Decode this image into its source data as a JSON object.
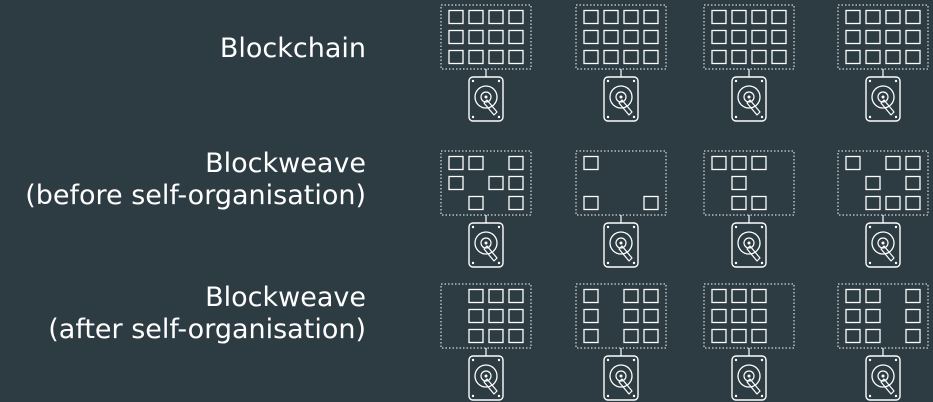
{
  "colors": {
    "background": "#2d3b43",
    "stroke": "#ffffff",
    "text": "#ffffff"
  },
  "rows": [
    {
      "label_lines": [
        "Blockchain"
      ],
      "nodes": [
        {
          "blocks": [
            [
              1,
              1,
              1,
              1
            ],
            [
              1,
              1,
              1,
              1
            ],
            [
              1,
              1,
              1,
              1
            ]
          ]
        },
        {
          "blocks": [
            [
              1,
              1,
              1,
              1
            ],
            [
              1,
              1,
              1,
              1
            ],
            [
              1,
              1,
              1,
              1
            ]
          ]
        },
        {
          "blocks": [
            [
              1,
              1,
              1,
              1
            ],
            [
              1,
              1,
              1,
              1
            ],
            [
              1,
              1,
              1,
              1
            ]
          ]
        },
        {
          "blocks": [
            [
              1,
              1,
              1,
              1
            ],
            [
              1,
              1,
              1,
              1
            ],
            [
              1,
              1,
              1,
              1
            ]
          ]
        }
      ]
    },
    {
      "label_lines": [
        "Blockweave",
        "(before self-organisation)"
      ],
      "nodes": [
        {
          "blocks": [
            [
              1,
              1,
              0,
              1
            ],
            [
              1,
              0,
              1,
              1
            ],
            [
              0,
              1,
              0,
              1
            ]
          ]
        },
        {
          "blocks": [
            [
              1,
              0,
              0,
              0
            ],
            [
              0,
              0,
              0,
              0
            ],
            [
              1,
              0,
              0,
              1
            ]
          ]
        },
        {
          "blocks": [
            [
              1,
              1,
              1,
              0
            ],
            [
              0,
              1,
              0,
              0
            ],
            [
              0,
              1,
              1,
              0
            ]
          ]
        },
        {
          "blocks": [
            [
              1,
              0,
              1,
              1
            ],
            [
              0,
              1,
              0,
              1
            ],
            [
              0,
              1,
              1,
              1
            ]
          ]
        }
      ]
    },
    {
      "label_lines": [
        "Blockweave",
        "(after self-organisation)"
      ],
      "nodes": [
        {
          "blocks": [
            [
              0,
              1,
              1,
              1
            ],
            [
              0,
              1,
              1,
              1
            ],
            [
              0,
              1,
              1,
              1
            ]
          ]
        },
        {
          "blocks": [
            [
              1,
              0,
              1,
              1
            ],
            [
              1,
              0,
              1,
              1
            ],
            [
              1,
              0,
              1,
              1
            ]
          ]
        },
        {
          "blocks": [
            [
              1,
              1,
              1,
              0
            ],
            [
              1,
              1,
              1,
              0
            ],
            [
              1,
              1,
              1,
              0
            ]
          ]
        },
        {
          "blocks": [
            [
              1,
              1,
              0,
              1
            ],
            [
              1,
              1,
              0,
              1
            ],
            [
              1,
              1,
              0,
              1
            ]
          ]
        }
      ]
    }
  ],
  "icons": {
    "disk": "hard-drive-icon"
  }
}
